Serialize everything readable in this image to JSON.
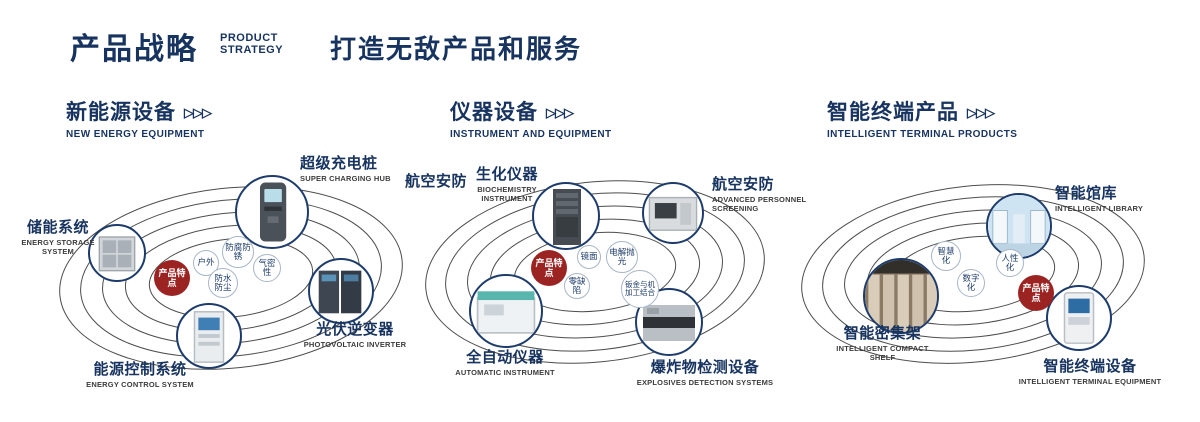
{
  "header": {
    "title": "产品战略",
    "title_en_1": "PRODUCT",
    "title_en_2": "STRATEGY",
    "subtitle": "打造无敌产品和服务"
  },
  "arrows": "▷▷▷",
  "sections": [
    {
      "title": "新能源设备",
      "subtitle_en": "NEW ENERGY EQUIPMENT",
      "badge": "产品特点",
      "features": [
        "户外",
        "防腐防锈",
        "气密性",
        "防水防尘"
      ],
      "products": [
        {
          "name": "超级充电桩",
          "en": "SUPER CHARGING HUB"
        },
        {
          "name": "储能系统",
          "en": "ENERGY STORAGE SYSTEM"
        },
        {
          "name": "光伏逆变器",
          "en": "PHOTOVOLTAIC INVERTER"
        },
        {
          "name": "能源控制系统",
          "en": "ENERGY CONTROL SYSTEM"
        }
      ]
    },
    {
      "title": "仪器设备",
      "subtitle_en": "INSTRUMENT AND EQUIPMENT",
      "badge": "产品特点",
      "extra_label": "航空安防",
      "features": [
        "镜面",
        "电解抛光",
        "零缺陷",
        "钣金与机加工结合"
      ],
      "products": [
        {
          "name": "生化仪器",
          "en": "BIOCHEMISTRY INSTRUMENT"
        },
        {
          "name": "航空安防",
          "en": "ADVANCED PERSONNEL SCREENING"
        },
        {
          "name": "全自动仪器",
          "en": "AUTOMATIC INSTRUMENT"
        },
        {
          "name": "爆炸物检测设备",
          "en": "EXPLOSIVES DETECTION SYSTEMS"
        }
      ]
    },
    {
      "title": "智能终端产品",
      "subtitle_en": "INTELLIGENT TERMINAL PRODUCTS",
      "badge": "产品特点",
      "features": [
        "智慧化",
        "人性化",
        "数字化"
      ],
      "products": [
        {
          "name": "智能馆库",
          "en": "INTELLIGENT LIBRARY"
        },
        {
          "name": "智能密集架",
          "en": "INTELLIGENT COMPACT SHELF"
        },
        {
          "name": "智能终端设备",
          "en": "INTELLIGENT TERMINAL EQUIPMENT"
        }
      ]
    }
  ]
}
